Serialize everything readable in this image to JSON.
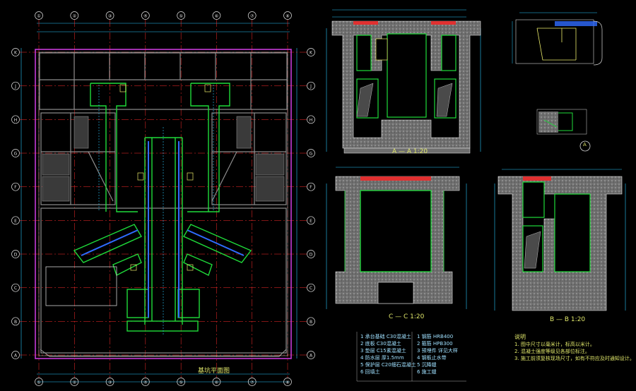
{
  "drawing": {
    "background": "#000000",
    "colors": {
      "wall": "#8e8e8e",
      "outline": "#1fdc3a",
      "axis": "#ff2d2d",
      "dim": "#28c8ff",
      "text": "#ecec6a",
      "boundary": "#c63ad8",
      "frame": "#e0e0e0",
      "cut": "#ff3030"
    },
    "plan": {
      "title": "基坑平面图",
      "grid_top": [
        "①",
        "②",
        "③",
        "④",
        "⑤",
        "⑥",
        "⑦",
        "⑧"
      ],
      "grid_left": [
        "A",
        "B",
        "C",
        "D",
        "E",
        "F",
        "G",
        "H",
        "J",
        "K"
      ]
    },
    "sections": [
      {
        "id": "A",
        "caption": "A — A  1:20"
      },
      {
        "id": "C",
        "caption": "C — C  1:20"
      },
      {
        "id": "B",
        "caption": "B — B  1:20"
      }
    ],
    "detail_caption": "A",
    "legend_left": [
      "1 承台基础 C30混凝土",
      "2 底板 C30混凝土",
      "3 垫层 C15素混凝土",
      "4 防水层 厚1.5mm",
      "5 保护层 C20细石混凝土",
      "6 回填土"
    ],
    "legend_right": [
      "1 钢筋 HRB400",
      "2 箍筋 HPB300",
      "3 预埋件 详见大样",
      "4 钢板止水带",
      "5 沉降缝",
      "6 施工缝"
    ],
    "notes_title": "说明",
    "notes": [
      "1. 图中尺寸以毫米计，标高以米计。",
      "2. 混凝土强度等级见各部位标注。",
      "3. 施工前须复核现场尺寸，如有不符应及时通知设计。"
    ]
  }
}
